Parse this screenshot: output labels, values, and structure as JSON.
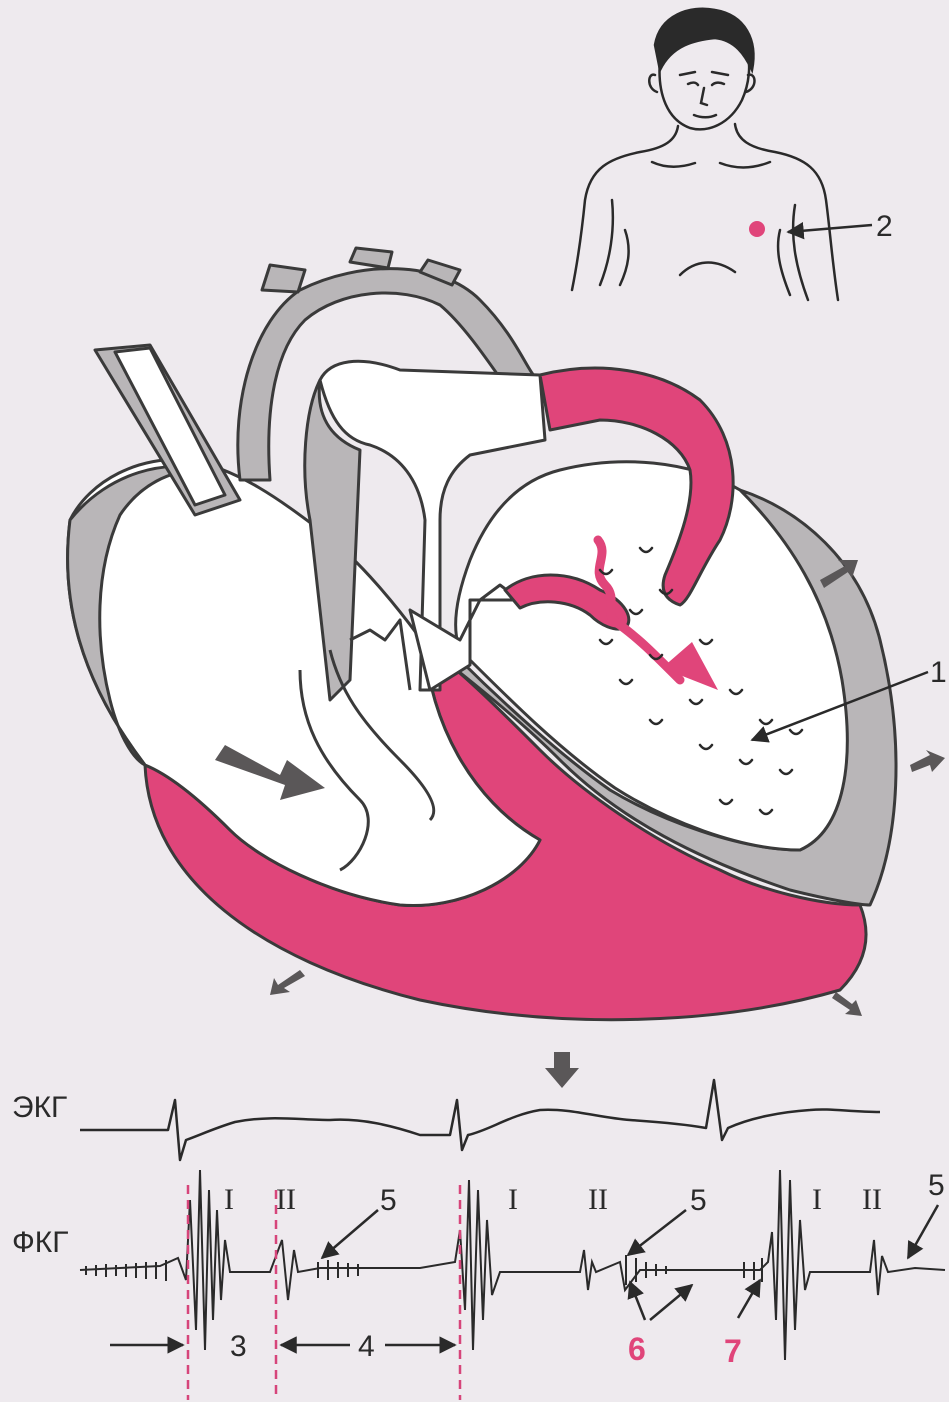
{
  "colors": {
    "background": "#eeeaee",
    "pink": "#e0457a",
    "wall_gray": "#b9b6b8",
    "dark_gray": "#5a5758",
    "line": "#2a2a2a",
    "dashed_marker": "#d6457a"
  },
  "traces": {
    "ecg_label": "ЭКГ",
    "pcg_label": "ФКГ"
  },
  "heart_sounds": [
    "I",
    "II",
    "I",
    "II",
    "I",
    "II"
  ],
  "callouts": {
    "n1": "1",
    "n2": "2",
    "n3": "3",
    "n4": "4",
    "n5a": "5",
    "n5b": "5",
    "n5c": "5",
    "n6": "6",
    "n7": "7"
  },
  "icons": [
    "human-figure-icon",
    "auscultation-point-icon",
    "heart-cross-section-icon",
    "arrow-icon"
  ]
}
